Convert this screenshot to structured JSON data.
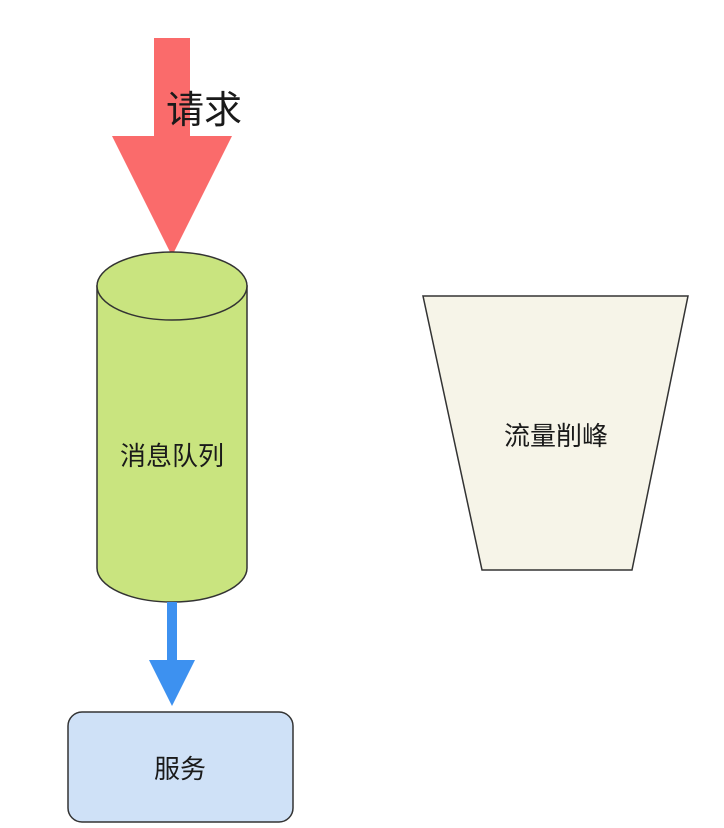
{
  "labels": {
    "request": "请求",
    "queue": "消息队列",
    "peak_shaving": "流量削峰",
    "service": "服务"
  },
  "colors": {
    "request_arrow": "#fa6b6b",
    "queue_fill": "#c9e47f",
    "queue_stroke": "#333333",
    "peak_shaving_fill": "#f6f4e8",
    "service_fill": "#cfe1f7",
    "service_arrow": "#3d91f0",
    "stroke": "#333333"
  }
}
